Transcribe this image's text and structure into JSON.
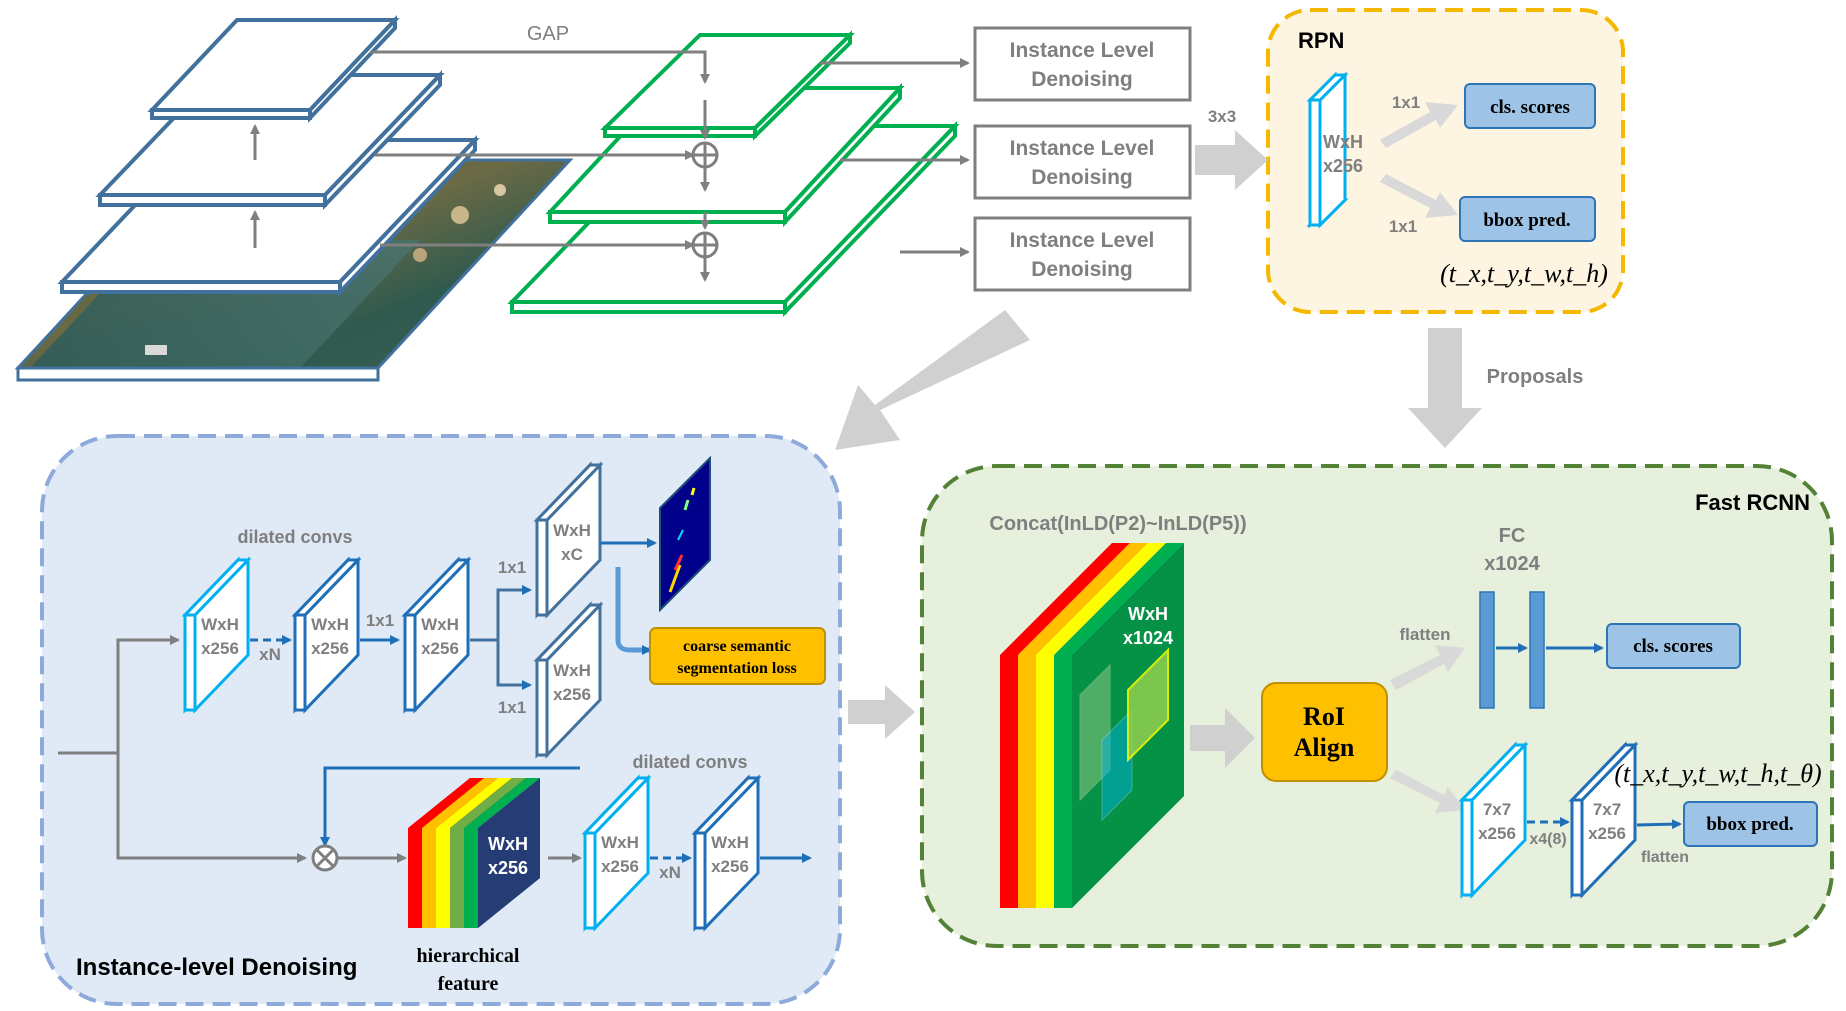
{
  "fpn": {
    "gap_label": "GAP",
    "inld_labels": [
      [
        "Instance Level",
        "Denoising"
      ],
      [
        "Instance Level",
        "Denoising"
      ],
      [
        "Instance Level",
        "Denoising"
      ]
    ],
    "conv_3x3": "3x3"
  },
  "rpn": {
    "title": "RPN",
    "feature": [
      "WxH",
      "x256"
    ],
    "conv_top": "1x1",
    "conv_bottom": "1x1",
    "cls_scores": "cls. scores",
    "bbox_pred": "bbox pred.",
    "bbox_formula": "(t_x,t_y,t_w,t_h)",
    "proposals": "Proposals"
  },
  "ild": {
    "title": "Instance-level Denoising",
    "dilated_top": "dilated convs",
    "feat1": [
      "WxH",
      "x256"
    ],
    "xN_top": "xN",
    "feat2": [
      "WxH",
      "x256"
    ],
    "conv_1x1_mid": "1x1",
    "feat3": [
      "WxH",
      "x256"
    ],
    "conv_1x1_upper": "1x1",
    "conv_1x1_lower": "1x1",
    "feat_c": [
      "WxH",
      "xC"
    ],
    "feat_b": [
      "WxH",
      "x256"
    ],
    "seg_loss": [
      "coarse semantic",
      "segmentation loss"
    ],
    "hier_feat": [
      "WxH",
      "x256"
    ],
    "hier_caption": [
      "hierarchical",
      "feature"
    ],
    "dilated_bottom": "dilated convs",
    "feat4": [
      "WxH",
      "x256"
    ],
    "xN_bottom": "xN",
    "feat5": [
      "WxH",
      "x256"
    ]
  },
  "fast_rcnn": {
    "title": "Fast RCNN",
    "concat": "Concat(InLD(P2)~InLD(P5))",
    "concat_feat": [
      "WxH",
      "x1024"
    ],
    "roi": [
      "RoI",
      "Align"
    ],
    "fc": [
      "FC",
      "x1024"
    ],
    "flatten_top": "flatten",
    "flatten_bottom": "flatten",
    "cls_scores": "cls. scores",
    "bbox_pred": "bbox pred.",
    "bbox_formula": "(t_x,t_y,t_w,t_h,t_θ)",
    "box1": [
      "7x7",
      "x256"
    ],
    "box2": [
      "7x7",
      "x256"
    ],
    "x4": "x4(8)"
  }
}
